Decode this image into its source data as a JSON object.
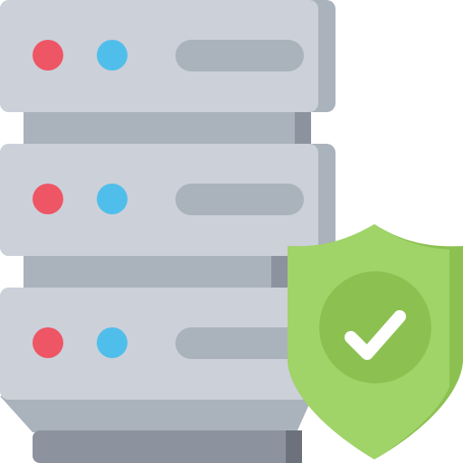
{
  "illustration": {
    "subject": "secure-server",
    "server_units": [
      {
        "id": "top",
        "led_colors": [
          "#EE5565",
          "#50BEEA"
        ]
      },
      {
        "id": "middle",
        "led_colors": [
          "#EE5565",
          "#50BEEA"
        ]
      },
      {
        "id": "bottom",
        "led_colors": [
          "#EE5565",
          "#50BEEA"
        ]
      }
    ],
    "icons": [
      "server-rack-icon",
      "shield-icon",
      "checkmark-icon"
    ],
    "colors": {
      "panel": "#CCD0D9",
      "panel_shade": "#AAB2BC",
      "connector": "#AAB2BC",
      "connector_shade": "#8D939E",
      "slot": "#AAB2BC",
      "base": "#8D939E",
      "base_shade": "#6C717B",
      "shield": "#A0D468",
      "shield_shade": "#8CC152",
      "shield_circle": "#8CC152",
      "check": "#FFFFFF"
    }
  }
}
